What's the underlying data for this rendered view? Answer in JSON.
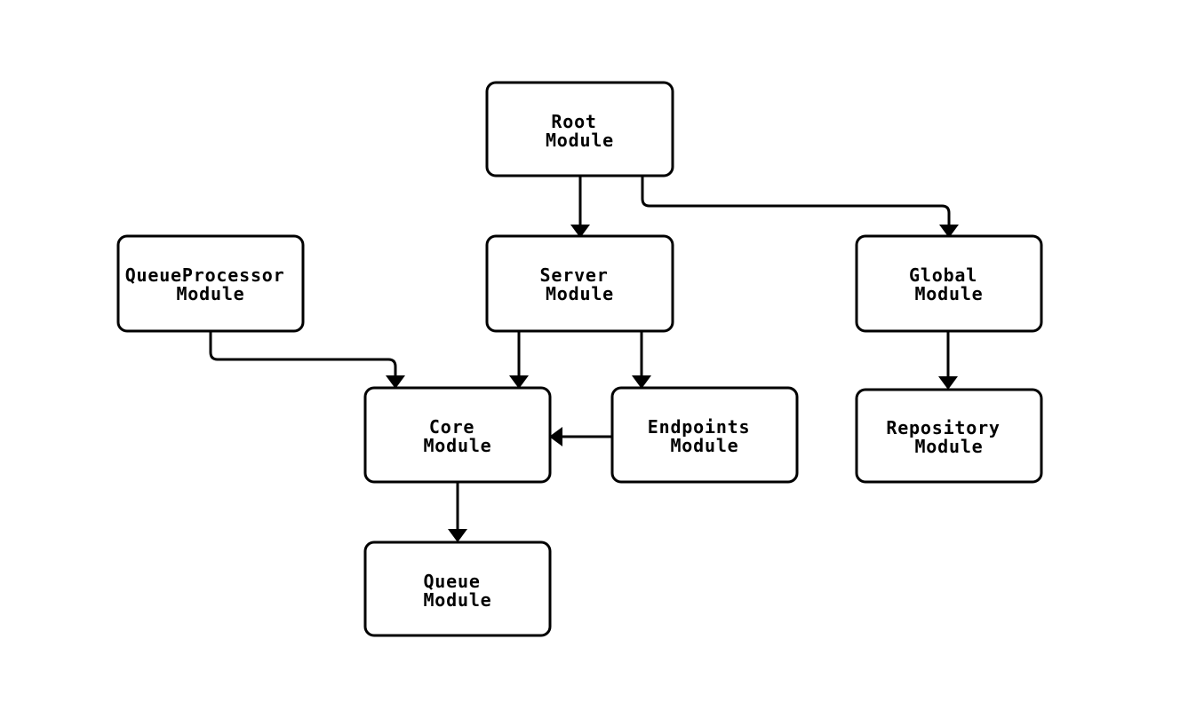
{
  "diagram": {
    "type": "module-dependency-flowchart",
    "colors": {
      "background": "#ffffff",
      "node_fill": "#ffffff",
      "node_border": "#000000",
      "edge": "#000000",
      "text": "#000000"
    },
    "nodes": {
      "root": {
        "line1": "Root",
        "line2": "Module",
        "label": "Root Module"
      },
      "queue_processor": {
        "line1": "QueueProcessor",
        "line2": "Module",
        "label": "QueueProcessor Module"
      },
      "server": {
        "line1": "Server",
        "line2": "Module",
        "label": "Server Module"
      },
      "global": {
        "line1": "Global",
        "line2": "Module",
        "label": "Global Module"
      },
      "core": {
        "line1": "Core",
        "line2": "Module",
        "label": "Core Module"
      },
      "endpoints": {
        "line1": "Endpoints",
        "line2": "Module",
        "label": "Endpoints Module"
      },
      "repository": {
        "line1": "Repository",
        "line2": "Module",
        "label": "Repository Module"
      },
      "queue": {
        "line1": "Queue",
        "line2": "Module",
        "label": "Queue Module"
      }
    },
    "edges": [
      {
        "from": "Root Module",
        "to": "Server Module"
      },
      {
        "from": "Root Module",
        "to": "Global Module"
      },
      {
        "from": "QueueProcessor Module",
        "to": "Core Module"
      },
      {
        "from": "Server Module",
        "to": "Core Module"
      },
      {
        "from": "Server Module",
        "to": "Endpoints Module"
      },
      {
        "from": "Endpoints Module",
        "to": "Core Module"
      },
      {
        "from": "Global Module",
        "to": "Repository Module"
      },
      {
        "from": "Core Module",
        "to": "Queue Module"
      }
    ]
  }
}
